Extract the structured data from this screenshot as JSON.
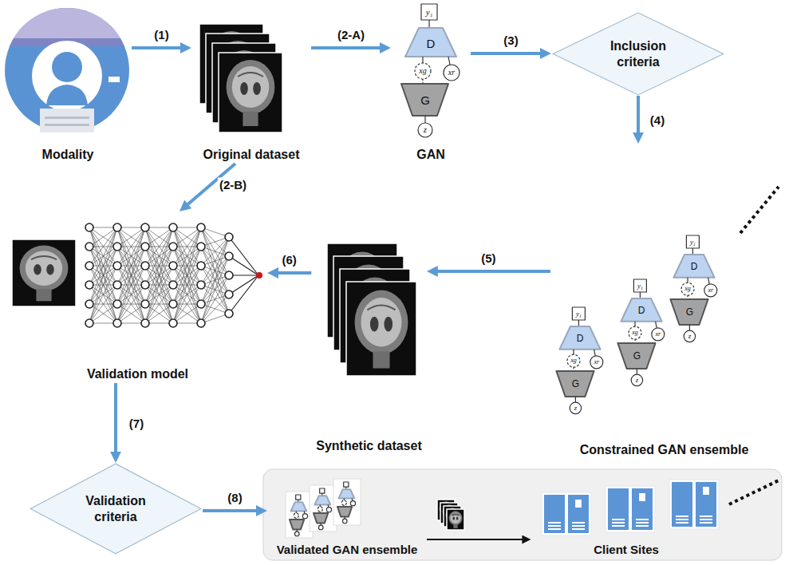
{
  "diagram": {
    "nodes": [
      {
        "text": [
          "Modality"
        ]
      },
      {
        "text": [
          "Original dataset"
        ]
      },
      {
        "text": [
          "GAN"
        ]
      },
      {
        "text": [
          "Inclusion criteria"
        ]
      },
      {
        "text": [
          "Constrained GAN ensemble"
        ]
      },
      {
        "text": [
          "Synthetic dataset"
        ]
      },
      {
        "text": [
          "Validation model"
        ]
      },
      {
        "text": [
          "Validation criteria"
        ]
      },
      {
        "text": [
          "Validated GAN ensemble"
        ]
      },
      {
        "text": [
          "Client Sites"
        ]
      }
    ],
    "edges": [
      {
        "from": 0,
        "to": 1,
        "arrow": "to",
        "label": "(1)"
      },
      {
        "from": 1,
        "to": 2,
        "arrow": "to",
        "label": "(2-A)"
      },
      {
        "from": 2,
        "to": 3,
        "arrow": "to",
        "label": "(3)"
      },
      {
        "from": 3,
        "to": 4,
        "arrow": "to",
        "label": "(4)"
      },
      {
        "from": 1,
        "to": 6,
        "arrow": "to",
        "label": "(2-B)"
      },
      {
        "from": 4,
        "to": 5,
        "arrow": "to",
        "label": "(5)"
      },
      {
        "from": 5,
        "to": 6,
        "arrow": "to",
        "label": "(6)"
      },
      {
        "from": 6,
        "to": 7,
        "arrow": "to",
        "label": "(7)"
      },
      {
        "from": 7,
        "to": 8,
        "arrow": "to",
        "label": "(8)"
      },
      {
        "from": 8,
        "to": 9,
        "arrow": "to"
      }
    ],
    "labels": [
      "y₁",
      "D",
      "xg",
      "xr",
      "G",
      "z",
      "y₁",
      "D",
      "xg",
      "xr",
      "G",
      "z",
      "y₁",
      "D",
      "xg",
      "xr",
      "G",
      "z",
      "y₁",
      "D",
      "xg",
      "xr",
      "G",
      "z"
    ]
  }
}
